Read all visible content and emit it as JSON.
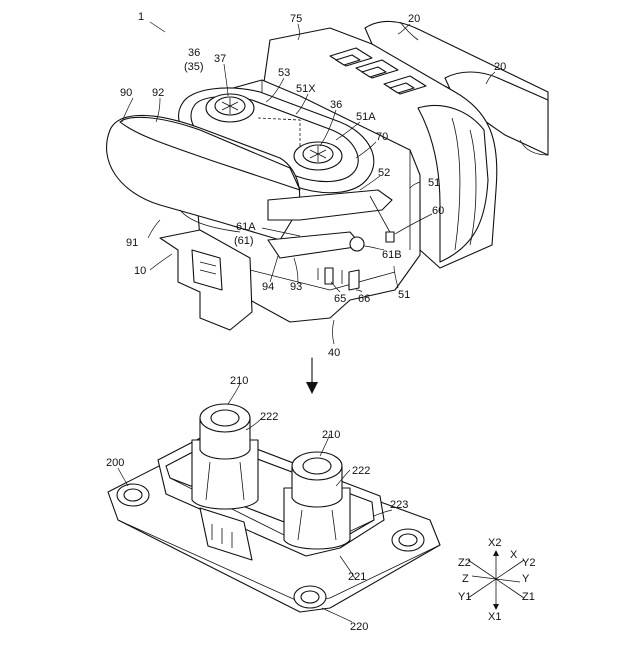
{
  "labels": {
    "l1": "1",
    "l75": "75",
    "l20a": "20",
    "l20b": "20",
    "l36top": "36",
    "l35": "(35)",
    "l37": "37",
    "l53": "53",
    "l51x": "51X",
    "l36mid": "36",
    "l51a": "51A",
    "l90": "90",
    "l92": "92",
    "l70": "70",
    "l52": "52",
    "l51r": "51",
    "l60": "60",
    "l61a": "61A",
    "l61": "(61)",
    "l91": "91",
    "l61b": "61B",
    "l10": "10",
    "l94": "94",
    "l93": "93",
    "l65": "65",
    "l66": "66",
    "l51b": "51",
    "l40": "40",
    "l210a": "210",
    "l222a": "222",
    "l210b": "210",
    "l200": "200",
    "l222b": "222",
    "l223": "223",
    "l221": "221",
    "l220": "220"
  },
  "axes": {
    "x2": "X2",
    "x": "X",
    "y2": "Y2",
    "z2": "Z2",
    "z": "Z",
    "y": "Y",
    "y1": "Y1",
    "z1": "Z1",
    "x1": "X1"
  }
}
